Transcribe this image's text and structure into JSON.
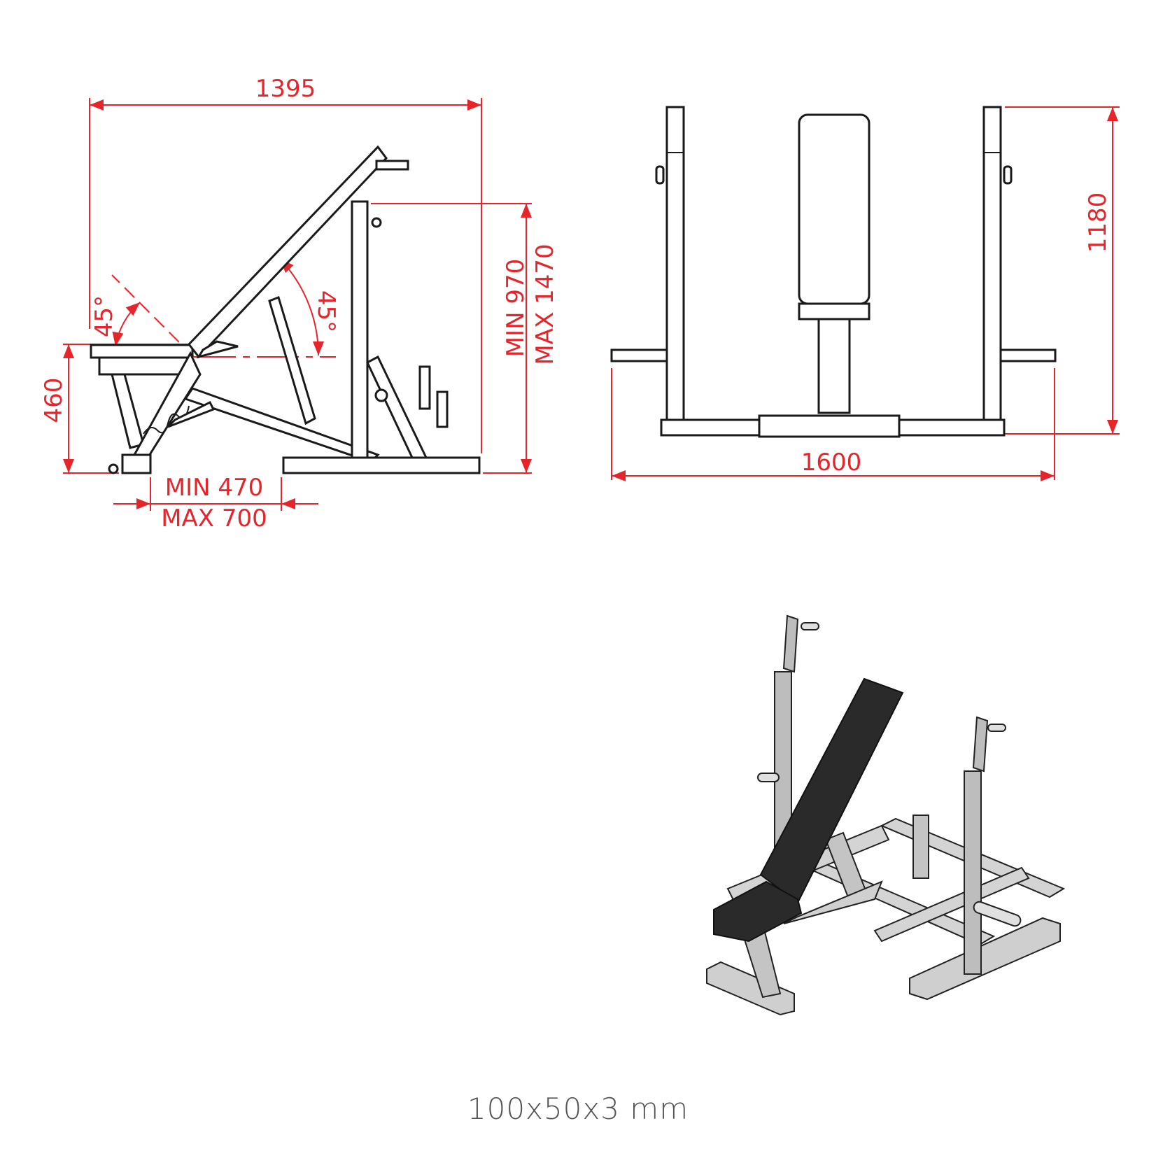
{
  "side_view": {
    "overall_length": "1395",
    "seat_height": "460",
    "seat_angle": "45°",
    "back_angle": "45°",
    "height_min": "MIN 970",
    "height_max": "MAX 1470",
    "seat_offset_min": "MIN 470",
    "seat_offset_max": "MAX 700"
  },
  "front_view": {
    "overall_width": "1600",
    "overall_height": "1180"
  },
  "iso_view": {
    "label": "isometric-render"
  },
  "caption": "100x50x3 mm",
  "colors": {
    "dimension": "#e8242b",
    "line": "#1a1a1a",
    "pad": "#2a2a2a",
    "frame": "#c8c8c8"
  }
}
